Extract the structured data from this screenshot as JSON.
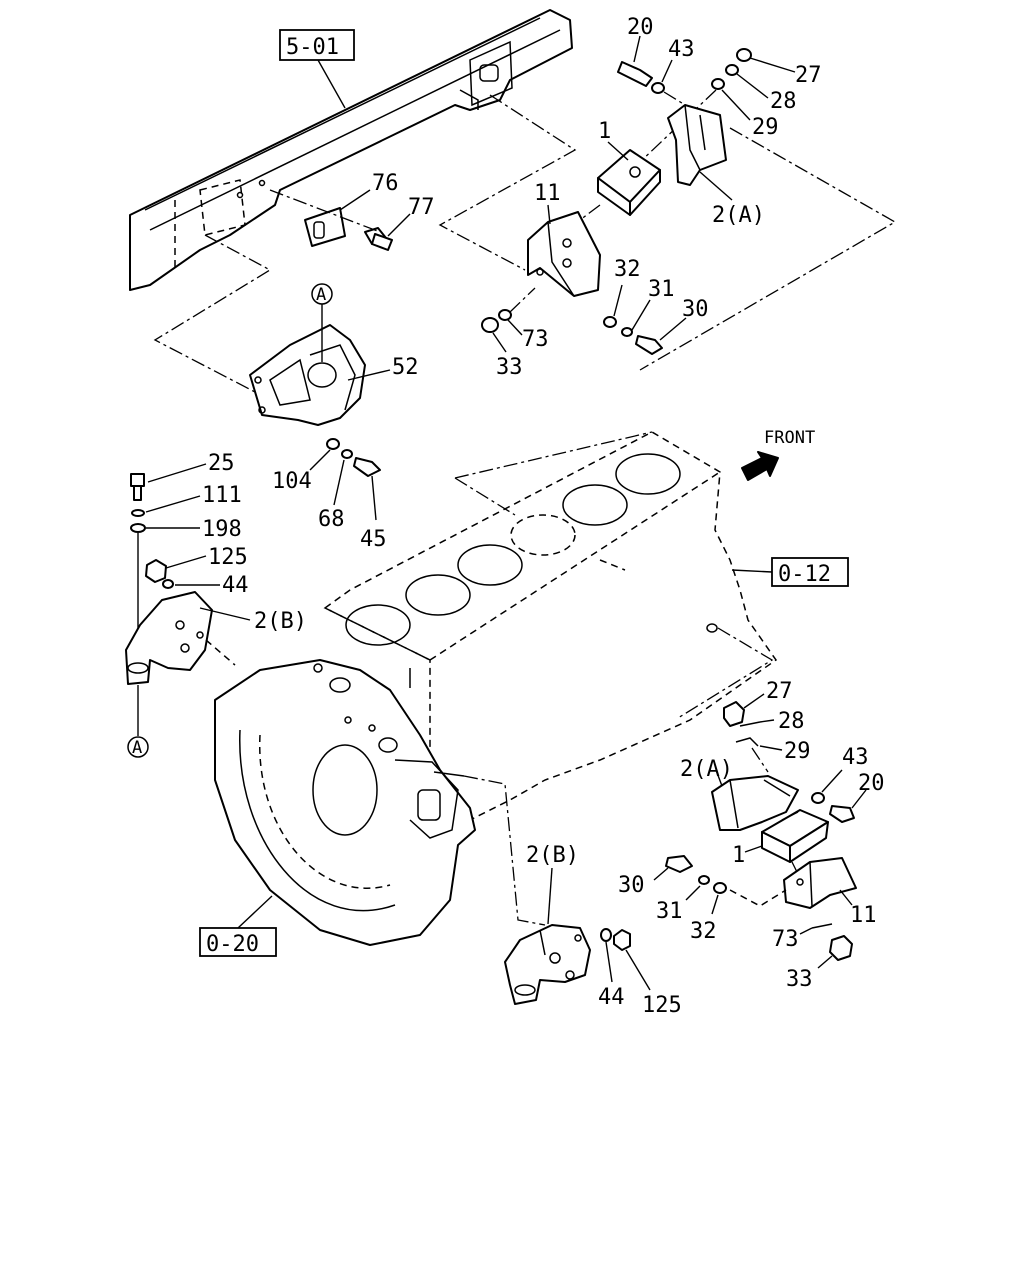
{
  "refs": {
    "frame": "5-01",
    "block": "0-12",
    "housing": "0-20"
  },
  "front_label": "FRONT",
  "marker_a": "A",
  "callouts": {
    "c20_top": "20",
    "c43_top": "43",
    "c27_top": "27",
    "c28_top": "28",
    "c29_top": "29",
    "c1_top": "1",
    "c2a_top": "2(A)",
    "c76": "76",
    "c77": "77",
    "c11_top": "11",
    "c32_top": "32",
    "c31_top": "31",
    "c30_top": "30",
    "c73_top": "73",
    "c33_top": "33",
    "c52": "52",
    "c104": "104",
    "c68": "68",
    "c45": "45",
    "c25": "25",
    "c111": "111",
    "c198": "198",
    "c125_left": "125",
    "c44_left": "44",
    "c2b_left": "2(B)",
    "c27_bot": "27",
    "c28_bot": "28",
    "c29_bot": "29",
    "c43_bot": "43",
    "c20_bot": "20",
    "c2a_bot": "2(A)",
    "c1_bot": "1",
    "c2b_bot": "2(B)",
    "c30_bot": "30",
    "c31_bot": "31",
    "c32_bot": "32",
    "c11_bot": "11",
    "c73_bot": "73",
    "c33_bot": "33",
    "c44_bot": "44",
    "c125_bot": "125"
  }
}
